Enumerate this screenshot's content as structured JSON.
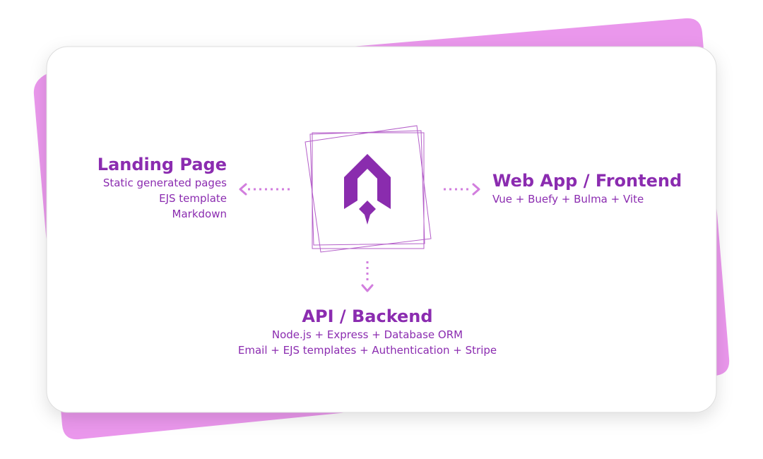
{
  "colors": {
    "accent": "#8b2cb0",
    "back_card": "#ea97ec",
    "logo_purple": "#8a2cae",
    "arrow_pink": "#d27ede",
    "frame_stroke": "#b45ec9"
  },
  "landing_page": {
    "title": "Landing Page",
    "lines": [
      "Static generated pages",
      "EJS template",
      "Markdown"
    ]
  },
  "web_app": {
    "title": "Web App / Frontend",
    "lines": [
      "Vue + Buefy + Bulma + Vite"
    ]
  },
  "api": {
    "title": "API / Backend",
    "lines": [
      "Node.js + Express + Database ORM",
      "Email + EJS templates + Authentication + Stripe"
    ]
  },
  "icons": {
    "center": "rocket-logo-icon",
    "left_arrow": "dotted-arrow-left-icon",
    "right_arrow": "dotted-arrow-right-icon",
    "down_arrow": "dotted-arrow-down-icon"
  }
}
